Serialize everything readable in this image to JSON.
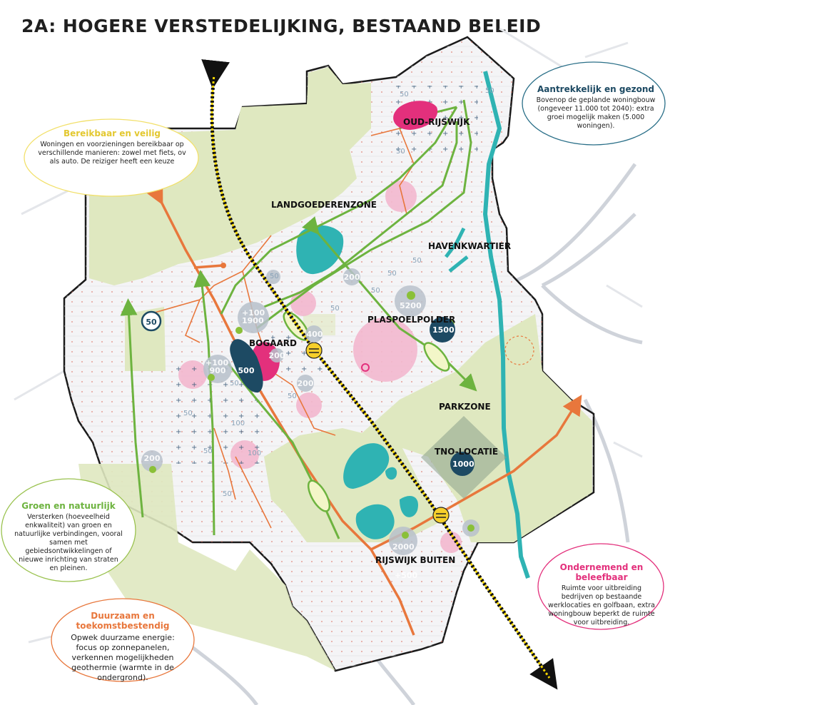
{
  "title": "2A: HOGERE VERSTEDELIJKING, BESTAAND BELEID",
  "colors": {
    "green_area": "#dfe8c0",
    "water": "#2fb3b3",
    "orange_route": "#e8773c",
    "green_route": "#6db33f",
    "pink_zone": "#f3b8cf",
    "magenta": "#e3307c",
    "navy_circle": "#1d4a63",
    "yellow_route": "#f5d600",
    "station": "#f6cf2a"
  },
  "areas": {
    "oud_rijswijk": "OUD-RIJSWIJK",
    "landgoederenzone": "LANDGOEDERENZONE",
    "havenkwartier": "HAVENKWARTIER",
    "plaspoelpolder": "PLASPOELPOLDER",
    "bogaard": "BOGAARD",
    "parkzone": "PARKZONE",
    "tno_locatie": "TNO-LOCATIE",
    "rijswijk_buiten": "RIJSWIJK BUITEN"
  },
  "housing_numbers": {
    "plaspoelpolder_navy": "1500",
    "tno": "1000",
    "n5200": "5200",
    "n1900": "1900",
    "p100_a": "+100",
    "n900": "900",
    "p100_b": "+100",
    "n500": "500",
    "n2000": "2000",
    "p500": "+500",
    "n200_left": "200",
    "n200_mid": "200",
    "n200_top": "200",
    "n200_c": "200",
    "n400": "400",
    "clock": "50"
  },
  "small_numbers": [
    "50",
    "50",
    "50",
    "50",
    "50",
    "50",
    "50",
    "50",
    "100",
    "100",
    "50",
    "50",
    "50",
    "50",
    "50"
  ],
  "callouts": {
    "bereikbaar": {
      "title": "Bereikbaar en veilig",
      "body": "Woningen en voorzieningen bereikbaar op verschillende manieren: zowel met fiets, ov als auto. De reiziger heeft een keuze"
    },
    "aantrekkelijk": {
      "title": "Aantrekkelijk en gezond",
      "body": "Bovenop de geplande woningbouw (ongeveer 11.000 tot 2040): extra groei mogelijk maken (5.000 woningen)."
    },
    "groen": {
      "title": "Groen en natuurlijk",
      "body": "Versterken (hoeveelheid enkwaliteit) van groen en natuurlijke verbindingen, vooral samen met gebiedsontwikkelingen of nieuwe inrichting van straten en pleinen."
    },
    "ondernemend": {
      "title": "Ondernemend en beleefbaar",
      "body": "Ruimte voor uitbreiding bedrijven op bestaande werklocaties en golfbaan, extra woningbouw beperkt de ruimte voor uitbreiding."
    },
    "duurzaam": {
      "title": "Duurzaam en toekomstbestendig",
      "body": "Opwek duurzame energie: focus op zonnepanelen, verkennen mogelijkheden geothermie (warmte in de ondergrond)."
    }
  }
}
